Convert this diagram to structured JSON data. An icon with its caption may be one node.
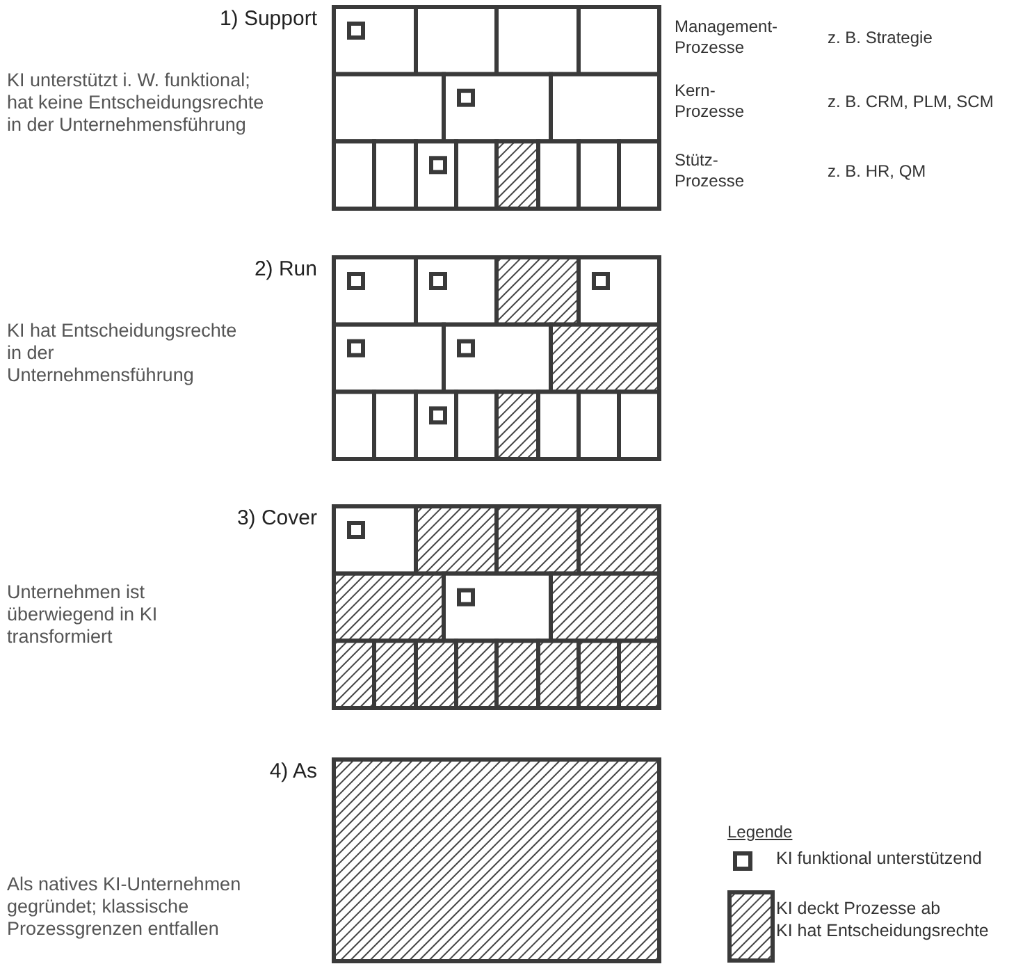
{
  "diagram": {
    "nodes": [
      {
        "text": [
          "1) Support"
        ]
      },
      {
        "text": [
          "2) Run"
        ]
      },
      {
        "text": [
          "3) Cover"
        ]
      },
      {
        "text": [
          "4) As"
        ]
      }
    ],
    "labels": [
      "Management-Prozesse",
      "z. B. Strategie",
      "KI unterstützt i. W. funktional; hat keine Entscheidungsrechte in der Unternehmensführung",
      "Kern-Prozesse",
      "z. B. CRM, PLM, SCM",
      "Stütz-Prozesse",
      "z. B. HR, QM",
      "KI hat Entscheidungsrechte in der Unternehmensführung",
      "Unternehmen ist überwiegend in KI transformiert",
      "Legende",
      "Als natives KI-Unternehmen gegründet; klassische Prozessgrenzen entfallen"
    ],
    "legend": [
      {
        "text": "KI funktional unterstützend"
      },
      {
        "text": "KI deckt Prozesse ab"
      },
      {
        "text": "KI hat Entscheidungsrechte"
      }
    ]
  }
}
